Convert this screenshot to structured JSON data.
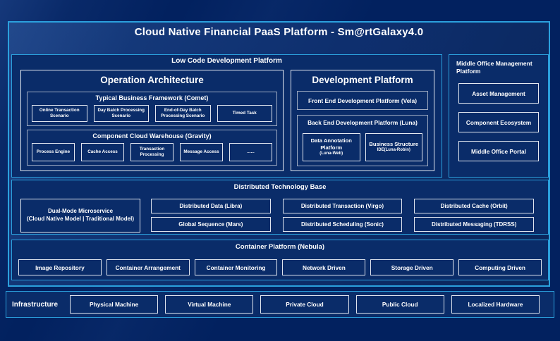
{
  "title": "Cloud Native Financial PaaS Platform - Sm@rtGalaxy4.0",
  "colors": {
    "accent_blue": "#2ba0dd",
    "background_navy": "#02215f",
    "panel_navy": "#0a2c69",
    "box_border_white": "#e3e8f0",
    "text": "#ffffff"
  },
  "low_code": {
    "label": "Low Code Development Platform",
    "operation_architecture": {
      "title": "Operation Architecture",
      "comet": {
        "title": "Typical Business Framework (Comet)",
        "items": [
          "Online Transaction Scenario",
          "Day Batch Processing Scenario",
          "End-of-Day Batch Processing Scenario",
          "Timed Task"
        ]
      },
      "gravity": {
        "title": "Component Cloud Warehouse (Gravity)",
        "items": [
          "Process Engine",
          "Cache Access",
          "Transaction Processing",
          "Message Access",
          "......"
        ]
      }
    },
    "development_platform": {
      "title": "Development Platform",
      "front_end": "Front End Development Platform (Vela)",
      "back_end": {
        "title": "Back End Development Platform (Luna)",
        "items": [
          {
            "line1": "Data Annotation Platform",
            "line2": "(Luna-Web)"
          },
          {
            "line1": "Business Structure",
            "line2": "IDE(Luna-Robin)"
          }
        ]
      }
    }
  },
  "middle_office": {
    "title": "Middle Office Management Platform",
    "items": [
      "Asset Management",
      "Component Ecosystem",
      "Middle Office Portal"
    ]
  },
  "distributed": {
    "title": "Distributed Technology Base",
    "dual_mode": {
      "line1": "Dual-Mode Microservice",
      "line2": "(Cloud Native Model | Traditional Model)"
    },
    "grid": [
      "Distributed Data (Libra)",
      "Distributed Transaction (Virgo)",
      "Distributed Cache (Orbit)",
      "Global Sequence (Mars)",
      "Distributed Scheduling (Sonic)",
      "Distributed Messaging (TDRSS)"
    ]
  },
  "container_platform": {
    "title": "Container Platform (Nebula)",
    "items": [
      "Image Repository",
      "Container Arrangement",
      "Container Monitoring",
      "Network Driven",
      "Storage Driven",
      "Computing Driven"
    ]
  },
  "infrastructure": {
    "label": "Infrastructure",
    "items": [
      "Physical Machine",
      "Virtual Machine",
      "Private Cloud",
      "Public Cloud",
      "Localized Hardware"
    ]
  }
}
